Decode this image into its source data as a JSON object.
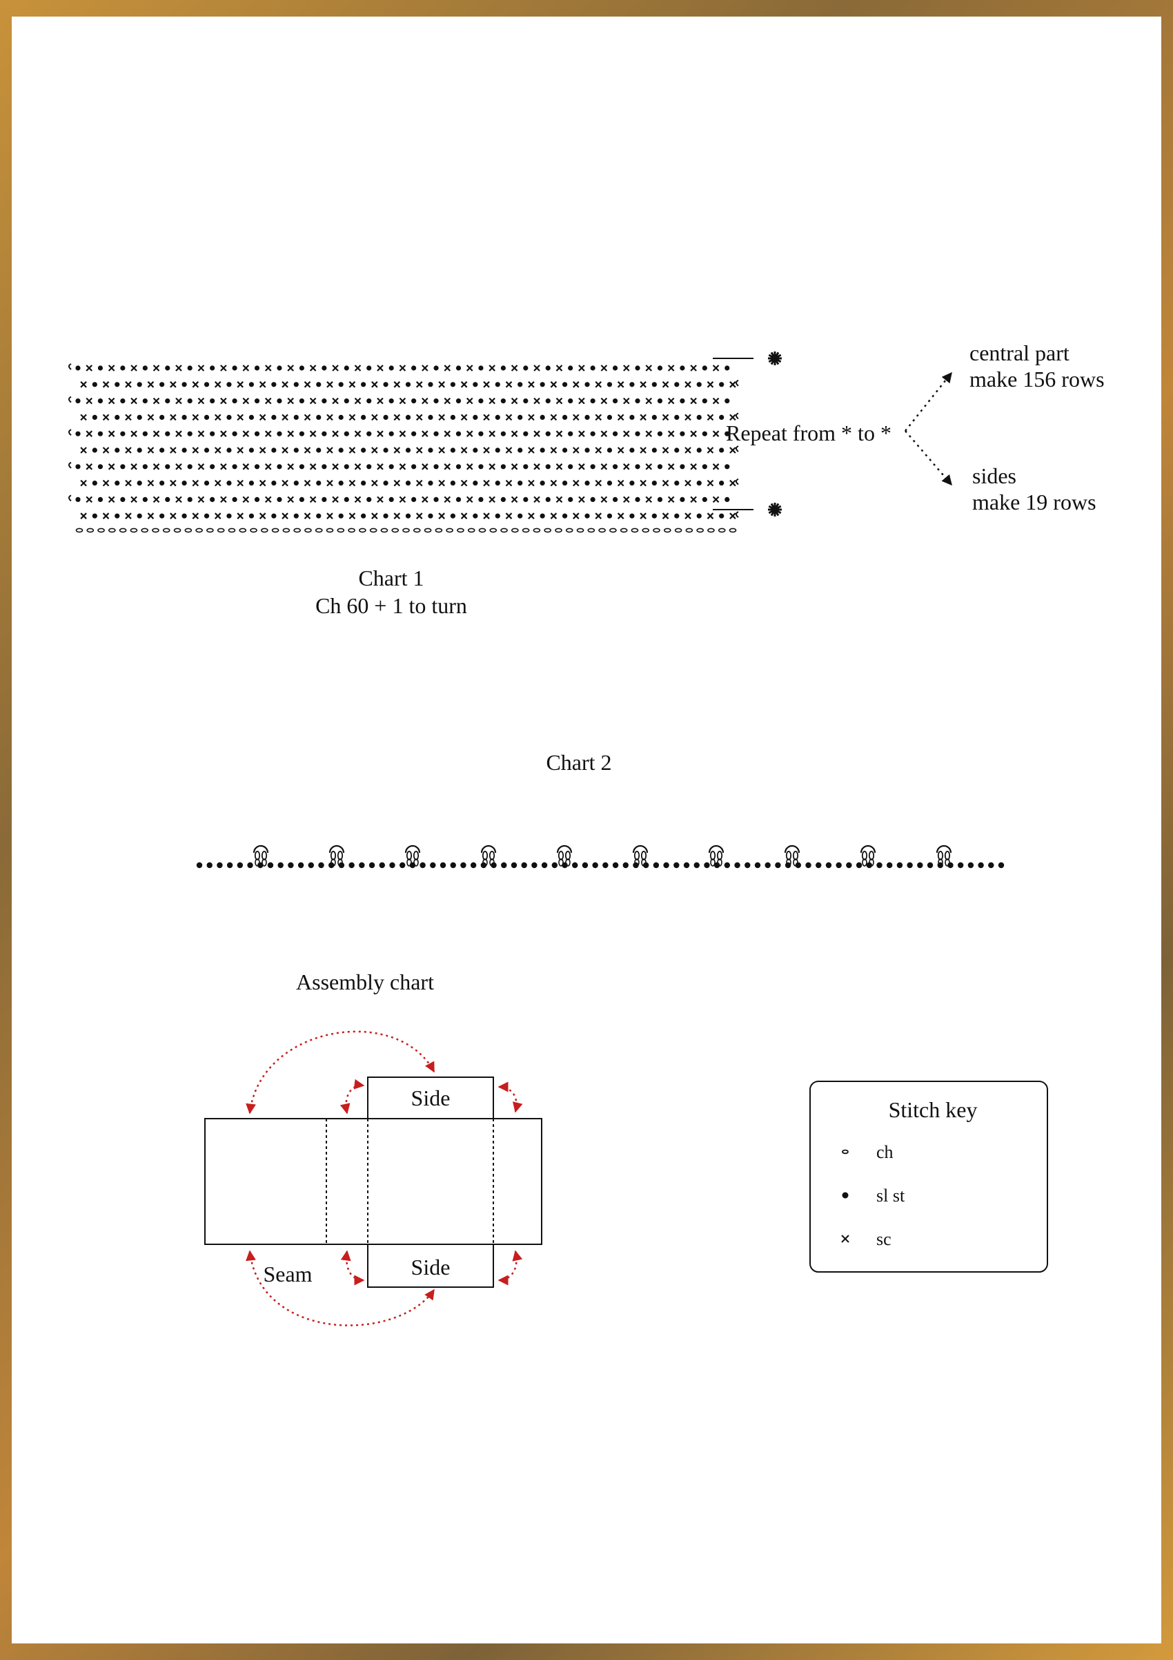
{
  "chart1": {
    "title": "Chart 1",
    "subtitle": "Ch 60 + 1 to turn",
    "repeat_label": "Repeat from * to *",
    "central_line1": "central part",
    "central_line2": "make 156 rows",
    "sides_line1": "sides",
    "sides_line2": "make 19 rows"
  },
  "chart2": {
    "title": "Chart 2"
  },
  "assembly": {
    "title": "Assembly chart",
    "side_top": "Side",
    "side_bottom": "Side",
    "seam": "Seam",
    "arrow_color": "#c81e1e"
  },
  "stitch_key": {
    "title": "Stitch key",
    "items": [
      {
        "symbol": "ch-icon",
        "label": "ch"
      },
      {
        "symbol": "slst-icon",
        "label": "sl st"
      },
      {
        "symbol": "sc-icon",
        "label": "sc"
      }
    ]
  }
}
